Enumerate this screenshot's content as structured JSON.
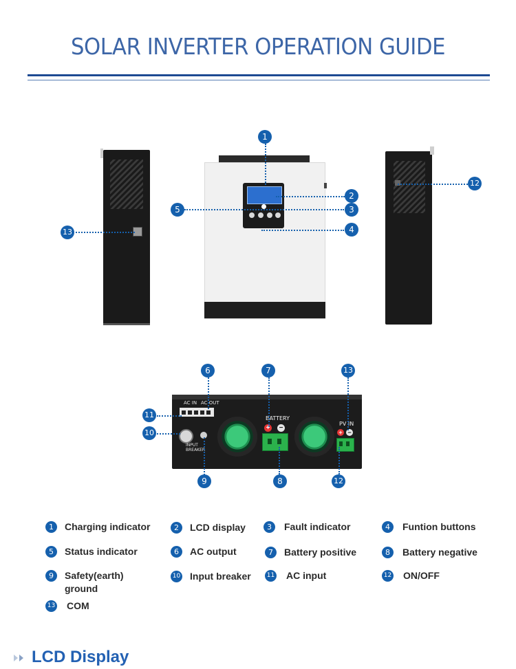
{
  "title": "SOLAR INVERTER OPERATION GUIDE",
  "device": {
    "bottom_labels": {
      "ac_in": "AC IN",
      "ac_out": "AC OUT",
      "battery": "BATTERY",
      "pv_in": "PV IN",
      "input_breaker": "INPUT BREAKER"
    }
  },
  "callouts": {
    "c1": "1",
    "c2": "2",
    "c3": "3",
    "c4": "4",
    "c5": "5",
    "c6": "6",
    "c7": "7",
    "c8": "8",
    "c9": "9",
    "c10": "10",
    "c11": "11",
    "c12a": "12",
    "c12b": "12",
    "c13a": "13",
    "c13b": "13"
  },
  "legend": [
    {
      "num": "1",
      "label": "Charging indicator"
    },
    {
      "num": "2",
      "label": "LCD display"
    },
    {
      "num": "3",
      "label": "Fault indicator"
    },
    {
      "num": "4",
      "label": "Funtion buttons"
    },
    {
      "num": "5",
      "label": "Status indicator"
    },
    {
      "num": "6",
      "label": "AC output"
    },
    {
      "num": "7",
      "label": "Battery positive"
    },
    {
      "num": "8",
      "label": "Battery negative"
    },
    {
      "num": "9",
      "label": "Safety(earth) ground"
    },
    {
      "num": "10",
      "label": "Input breaker"
    },
    {
      "num": "11",
      "label": "AC input"
    },
    {
      "num": "12",
      "label": "ON/OFF"
    },
    {
      "num": "13",
      "label": "COM"
    }
  ],
  "section_heading": "LCD Display",
  "colors": {
    "accent": "#1560ad",
    "title": "#3d66a7",
    "rule": "#1d4a92"
  }
}
